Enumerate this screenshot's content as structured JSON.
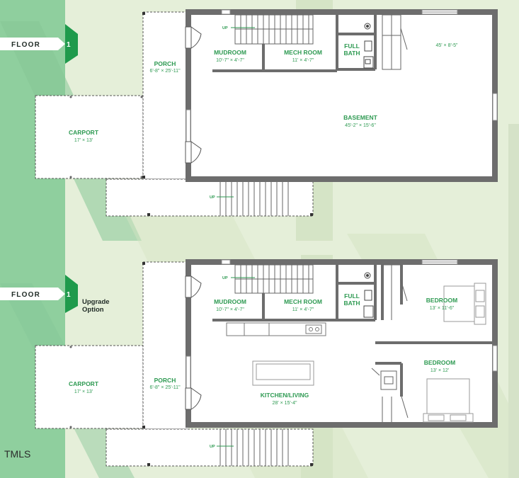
{
  "plans": [
    {
      "floor_label": "FLOOR",
      "floor_number": "1",
      "option_line1": "",
      "option_line2": "",
      "rooms": {
        "mudroom": {
          "name": "MUDROOM",
          "dim": "10'-7\" × 4'-7\""
        },
        "mech": {
          "name": "MECH ROOM",
          "dim": "11' × 4'-7\""
        },
        "bath_line1": "FULL",
        "bath_line2": "BATH",
        "porch": {
          "name": "PORCH",
          "dim": "6'-8\" × 25'-11\""
        },
        "carport": {
          "name": "CARPORT",
          "dim": "17' × 13'"
        },
        "basement": {
          "name": "BASEMENT",
          "dim": "45'-2\" × 15'-6\""
        },
        "garage_dim": "45' × 8'-5\""
      },
      "stair_up": "UP",
      "stair_up_lower": "UP"
    },
    {
      "floor_label": "FLOOR",
      "floor_number": "1",
      "option_line1": "Upgrade",
      "option_line2": "Option",
      "rooms": {
        "mudroom": {
          "name": "MUDROOM",
          "dim": "10'-7\" × 4'-7\""
        },
        "mech": {
          "name": "MECH ROOM",
          "dim": "11' × 4'-7\""
        },
        "bath_line1": "FULL",
        "bath_line2": "BATH",
        "porch": {
          "name": "PORCH",
          "dim": "6'-8\" × 25'-11\""
        },
        "carport": {
          "name": "CARPORT",
          "dim": "17' × 13'"
        },
        "kitchen": {
          "name": "KITCHEN/LIVING",
          "dim": "28' × 15'-4\""
        },
        "bedroom1": {
          "name": "BEDROOM",
          "dim": "13' × 11'-6\""
        },
        "bedroom2": {
          "name": "BEDROOM",
          "dim": "13' × 12'"
        }
      },
      "stair_up": "UP",
      "stair_up_lower": "UP"
    }
  ],
  "logo_text": "TMLS",
  "colors": {
    "background": "#e5efd9",
    "left_band": "#8fcf9e",
    "brand_green": "#1f9a4c",
    "wall": "#6d6d6d",
    "text_green": "#2e9a52"
  }
}
